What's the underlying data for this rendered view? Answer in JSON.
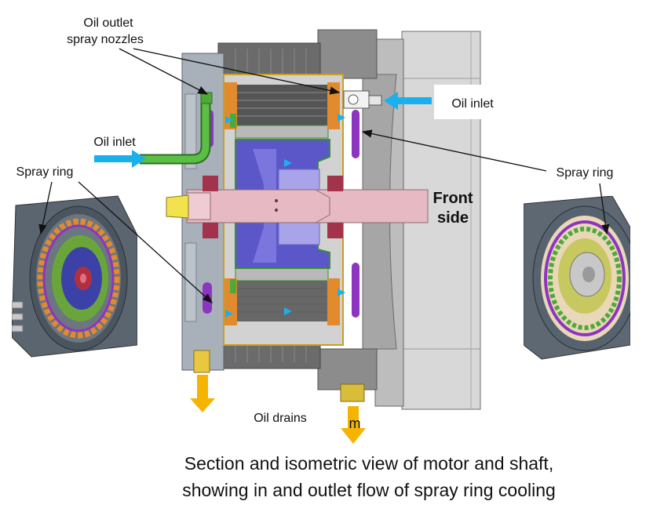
{
  "labels": {
    "nozzles_line1": "Oil outlet",
    "nozzles_line2": "spray nozzles",
    "oil_inlet_left": "Oil inlet",
    "oil_inlet_right": "Oil inlet",
    "spray_ring_left": "Spray ring",
    "spray_ring_right": "Spray ring",
    "front_side_line1": "Front",
    "front_side_line2": "side",
    "oil_drains": "Oil drains",
    "drain_mark": "m"
  },
  "caption": {
    "line1": "Section and isometric view of motor and shaft,",
    "line2": "showing in and outlet flow of spray ring cooling"
  },
  "colors": {
    "oil_inlet_arrow": "#1ab0ec",
    "oil_drain_arrow": "#f5b400",
    "spray_ring": "#8d35c0",
    "shaft": "#e6b9c3",
    "rotor": "#5b57c9",
    "winding": "#e28a2e",
    "inlet_pipe": "#5bbf45",
    "bearing": "#a3324d"
  }
}
